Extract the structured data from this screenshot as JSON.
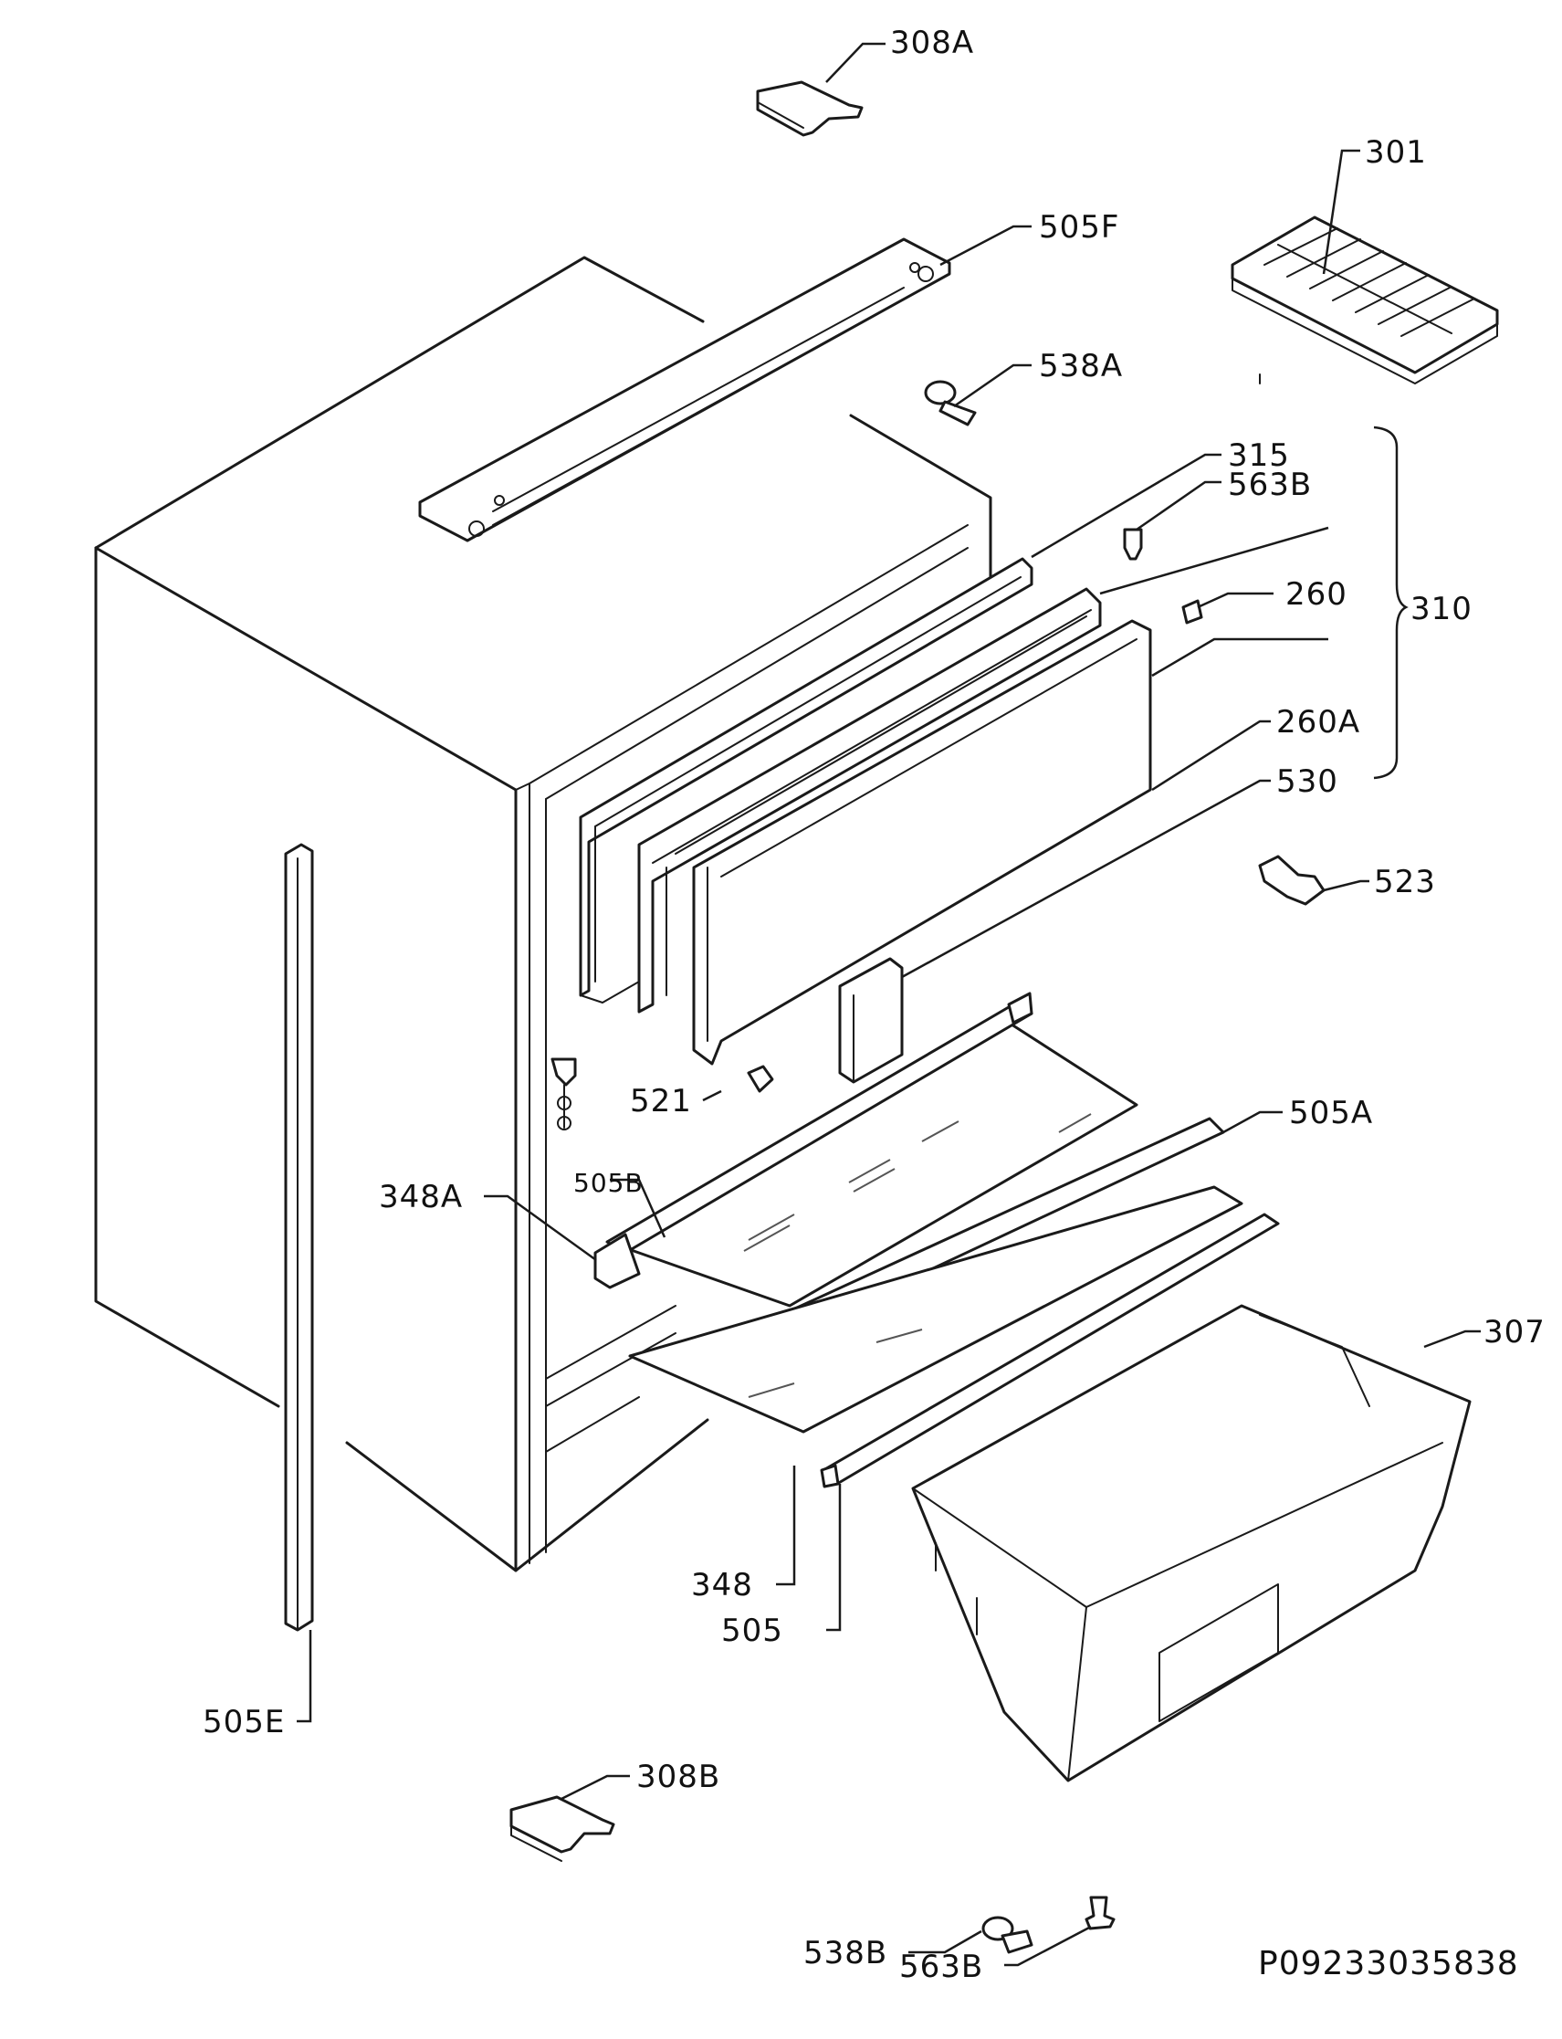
{
  "diagram": {
    "labels": {
      "l308A": "308A",
      "l301": "301",
      "l505F": "505F",
      "l538A": "538A",
      "l315": "315",
      "l563b_top": "563B",
      "l260": "260",
      "l310": "310",
      "l260A": "260A",
      "l530": "530",
      "l523": "523",
      "l521": "521",
      "l505A": "505A",
      "l505B": "505B",
      "l348A": "348A",
      "l307": "307",
      "l348": "348",
      "l505": "505",
      "l505E": "505E",
      "l308B": "308B",
      "l538B": "538B",
      "l563B_bottom": "563B"
    },
    "drawing_code": "P09233035838"
  }
}
